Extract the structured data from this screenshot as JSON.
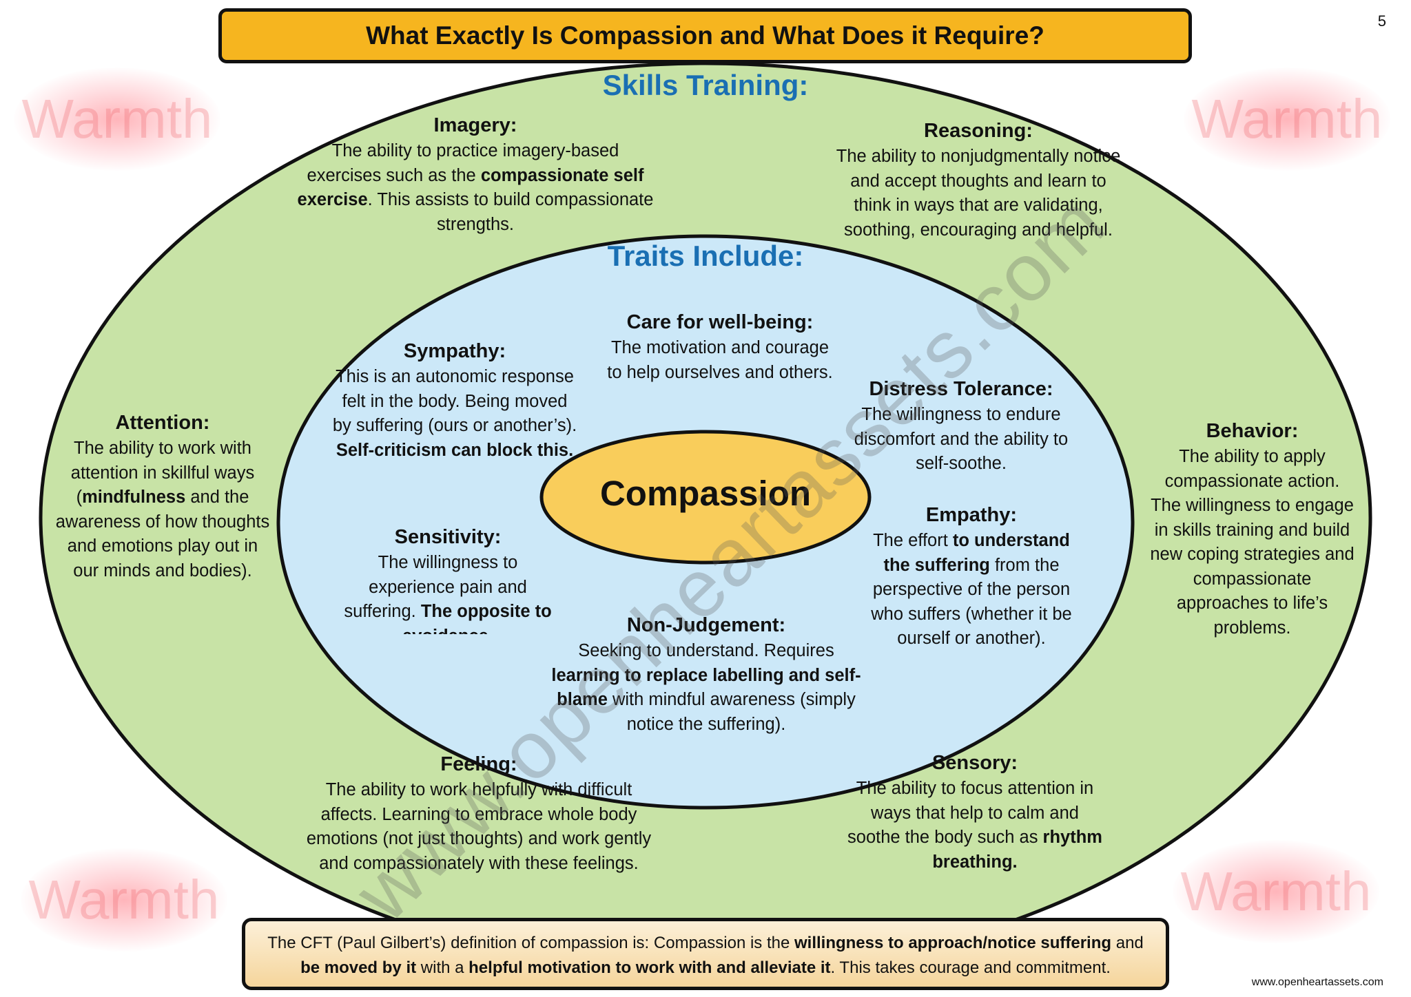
{
  "page": {
    "title": "What Exactly Is Compassion and What Does it Require?",
    "page_number": "5",
    "watermark": "www.openheartassets.com",
    "decoration_word": "Warmth",
    "footer_url": "www.openheartassets.com"
  },
  "outer_ring": {
    "title": "Skills Training:",
    "imagery": {
      "heading": "Imagery:",
      "line1": "The ability to practice imagery-based",
      "line2a": "exercises such as the ",
      "line2b": "compassionate self",
      "line3a": "exercise",
      "line3b": ". This assists to build compassionate",
      "line4": "strengths."
    },
    "reasoning": {
      "heading": "Reasoning:",
      "line1": "The ability to nonjudgmentally notice",
      "line2": "and accept thoughts and learn to",
      "line3": "think in ways that are validating,",
      "line4": "soothing, encouraging and helpful."
    },
    "attention": {
      "heading": "Attention:",
      "line1": "The ability to work with",
      "line2": "attention in skillful ways",
      "line3a": "(",
      "line3b": "mindfulness",
      "line3c": " and the",
      "line4": "awareness of how thoughts",
      "line5": "and emotions play out in",
      "line6": "our minds and bodies)."
    },
    "behavior": {
      "heading": "Behavior:",
      "line1": "The ability to apply",
      "line2": "compassionate action.",
      "line3": "The willingness to engage",
      "line4": "in skills training and build",
      "line5": "new coping strategies and",
      "line6": "compassionate",
      "line7": "approaches to life’s",
      "line8": "problems."
    },
    "feeling": {
      "heading": "Feeling:",
      "line1": "The ability to work helpfully with difficult",
      "line2": "affects. Learning to embrace whole body",
      "line3": "emotions (not just thoughts) and work gently",
      "line4": "and compassionately with these feelings."
    },
    "sensory": {
      "heading": "Sensory:",
      "line1": "The ability to focus attention in",
      "line2": "ways that help to calm and",
      "line3a": "soothe the body such as ",
      "line3b": "rhythm",
      "line4": "breathing."
    }
  },
  "inner_ring": {
    "title": "Traits Include:",
    "care": {
      "heading": "Care for well-being:",
      "line1": "The motivation and courage",
      "line2": "to help ourselves and others."
    },
    "sympathy": {
      "heading": "Sympathy:",
      "line1": "This is an autonomic response",
      "line2": "felt in the body. Being moved",
      "line3": "by suffering (ours or another’s).",
      "line4": "Self-criticism can block this."
    },
    "distress": {
      "heading": "Distress Tolerance:",
      "line1": "The willingness to endure",
      "line2": "discomfort and the ability to",
      "line3": "self-soothe."
    },
    "sensitivity": {
      "heading": "Sensitivity:",
      "line1": "The willingness to",
      "line2": "experience pain and",
      "line3a": "suffering. ",
      "line3b": "The opposite to",
      "line4": "avoidance."
    },
    "empathy": {
      "heading": "Empathy:",
      "line1a": "The effort ",
      "line1b": "to understand",
      "line2a": "the suffering",
      "line2b": " from the",
      "line3": "perspective of the person",
      "line4": "who suffers (whether it be",
      "line5": "ourself or another)."
    },
    "nonjudgement": {
      "heading": "Non-Judgement:",
      "line1": "Seeking to understand. Requires",
      "line2": "learning to replace labelling and self-",
      "line3a": "blame",
      "line3b": " with mindful awareness (simply",
      "line4": "notice the suffering)."
    }
  },
  "core": {
    "label": "Compassion"
  },
  "footer": {
    "t1": "The CFT (Paul Gilbert’s) definition of compassion is: Compassion is the ",
    "t2": "willingness to approach/notice suffering",
    "t3": " and ",
    "t4": "be moved by it",
    "t5": " with a ",
    "t6": "helpful motivation to work with and alleviate it",
    "t7": ". This takes courage and commitment."
  },
  "colors": {
    "title_fill": "#f6b51f",
    "outer_fill": "#c8e3a6",
    "inner_fill": "#cce8f8",
    "core_fill": "#f9cd5b",
    "section_title": "#1a6fb3"
  }
}
